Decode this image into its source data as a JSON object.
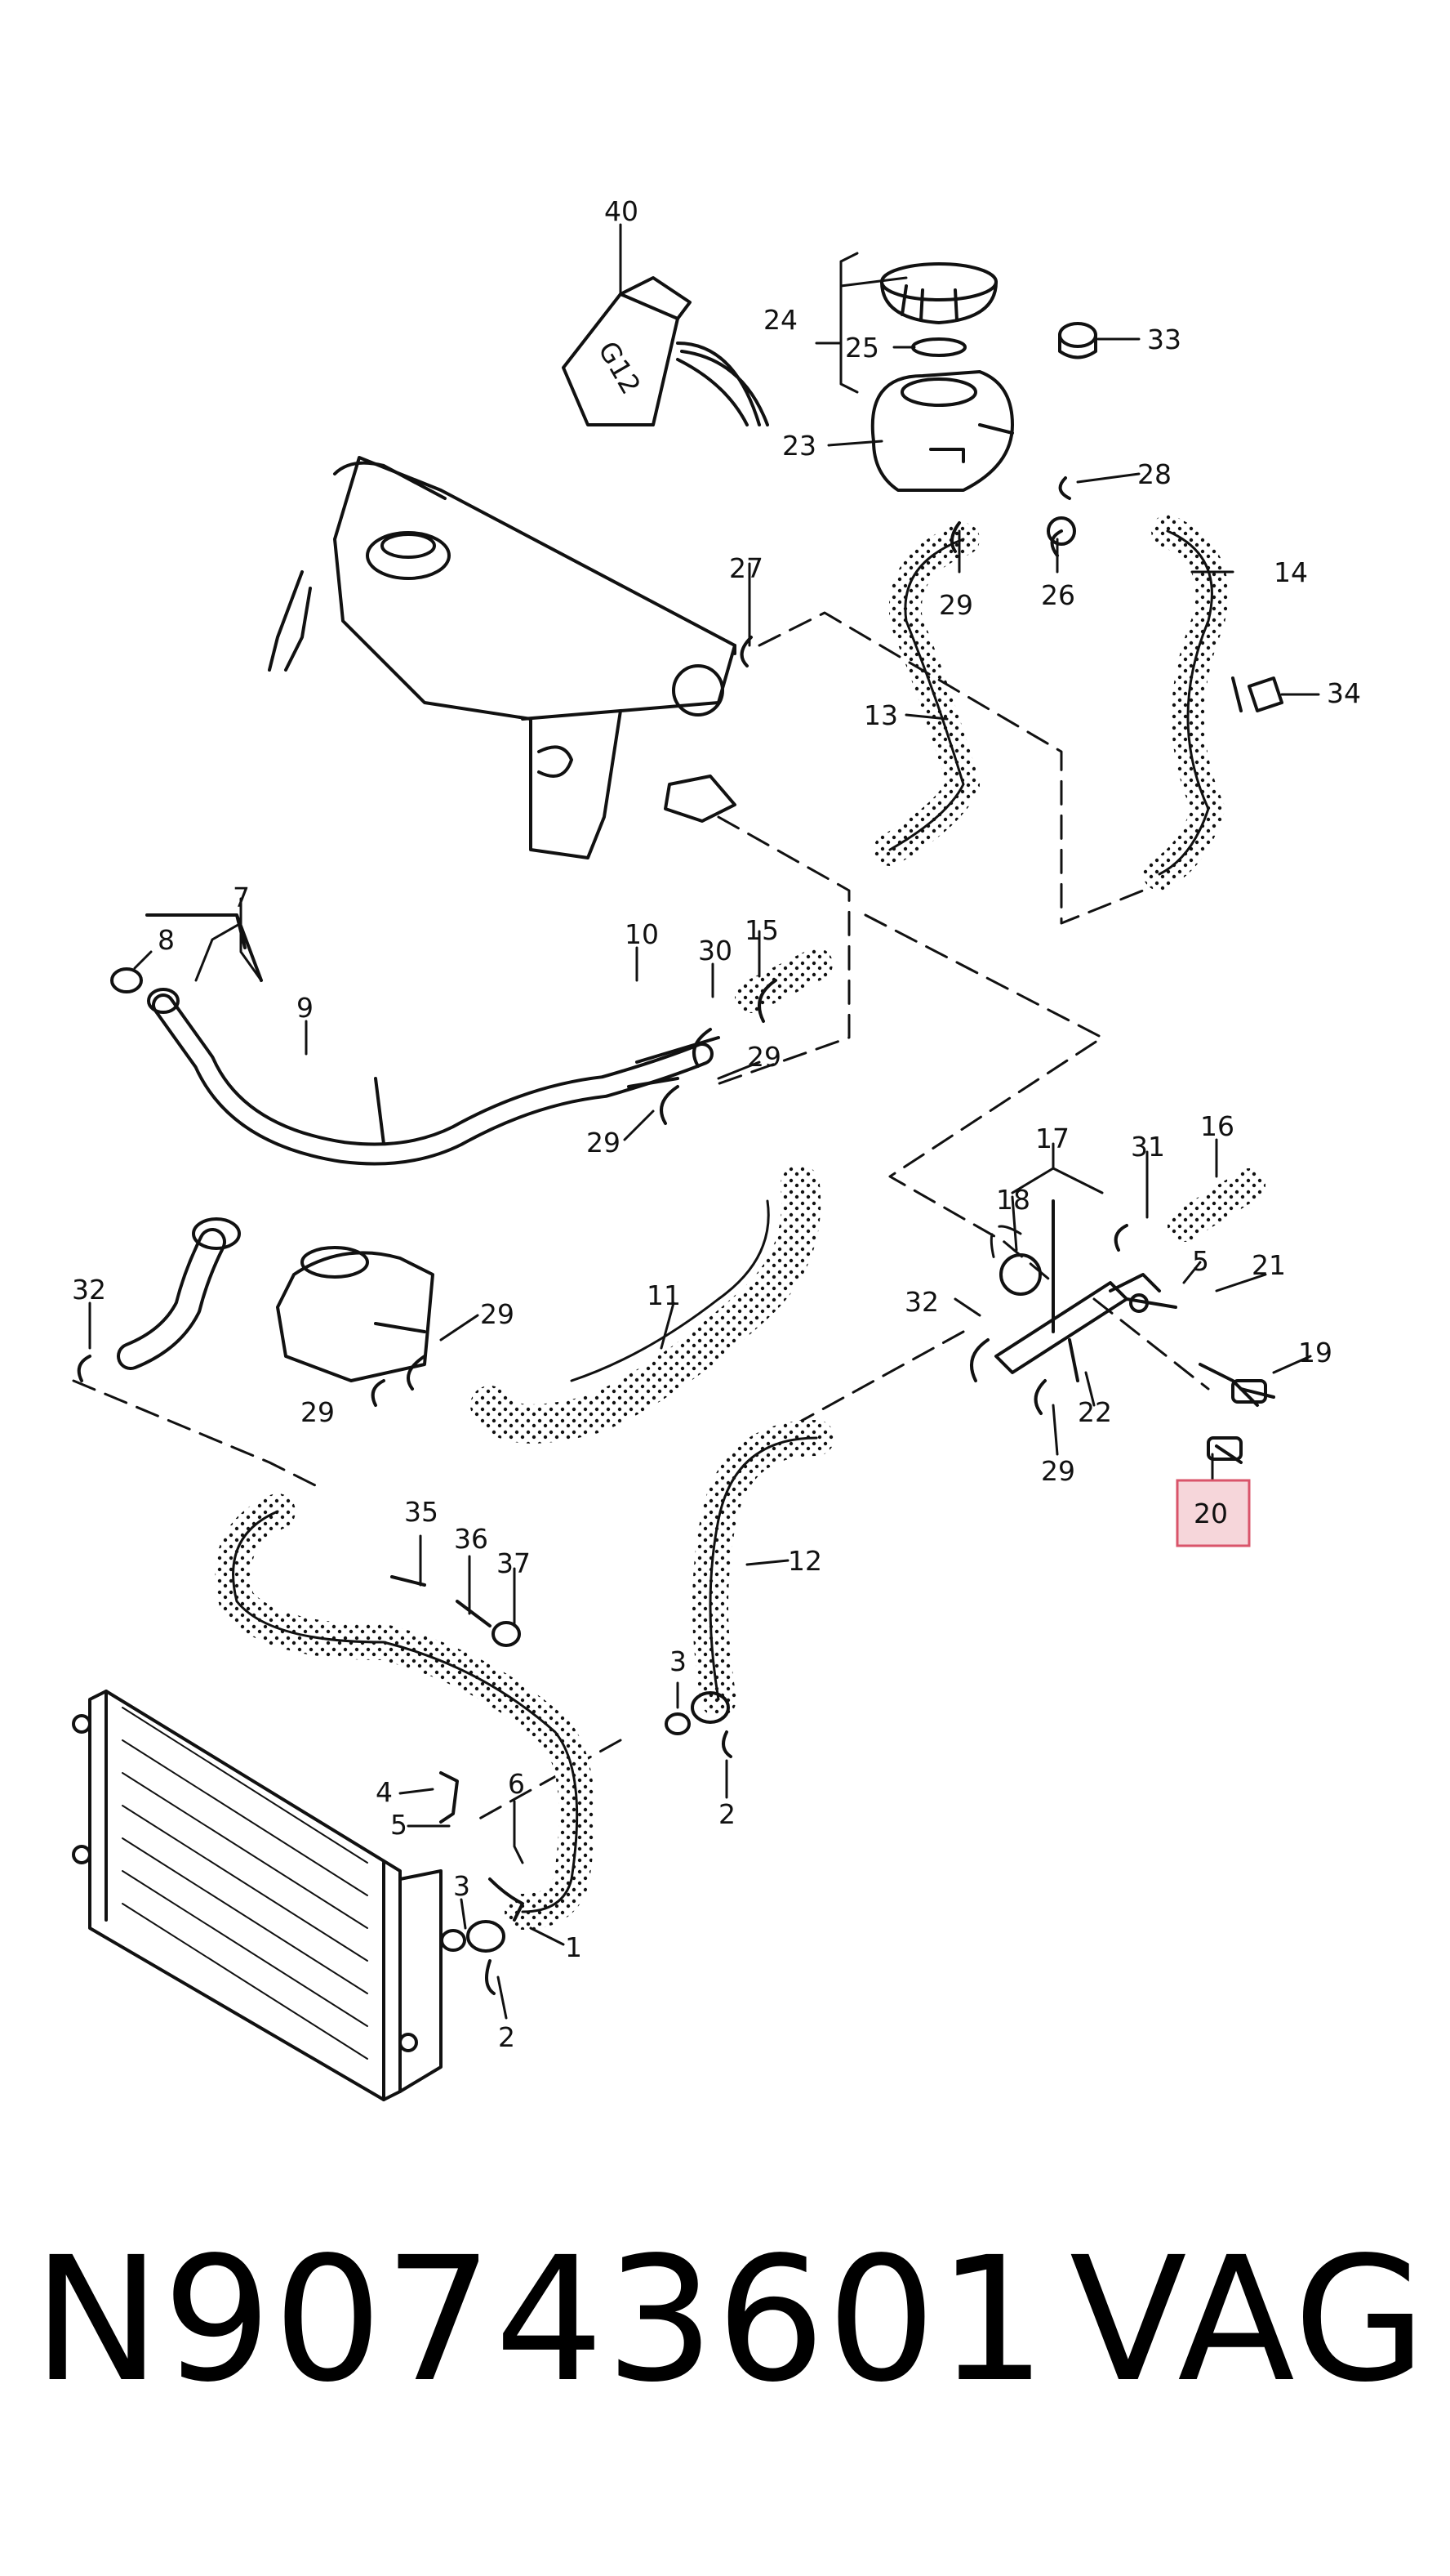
{
  "diagram": {
    "callouts": [
      "40",
      "24",
      "25",
      "33",
      "23",
      "28",
      "14",
      "27",
      "29",
      "26",
      "13",
      "34",
      "7",
      "8",
      "10",
      "30",
      "15",
      "9",
      "29",
      "29",
      "17",
      "31",
      "16",
      "18",
      "5",
      "21",
      "32",
      "29",
      "11",
      "32",
      "19",
      "29",
      "22",
      "29",
      "20",
      "12",
      "35",
      "36",
      "37",
      "3",
      "2",
      "4",
      "5",
      "6",
      "3",
      "1",
      "2"
    ],
    "highlighted_callout": "20",
    "reservoir_cap_label": "G12"
  },
  "footer": {
    "part_number": "N90743601",
    "brand": "VAG"
  },
  "colors": {
    "highlight_fill": "#f6d6da",
    "highlight_border": "#d9546a",
    "line": "#111111"
  }
}
